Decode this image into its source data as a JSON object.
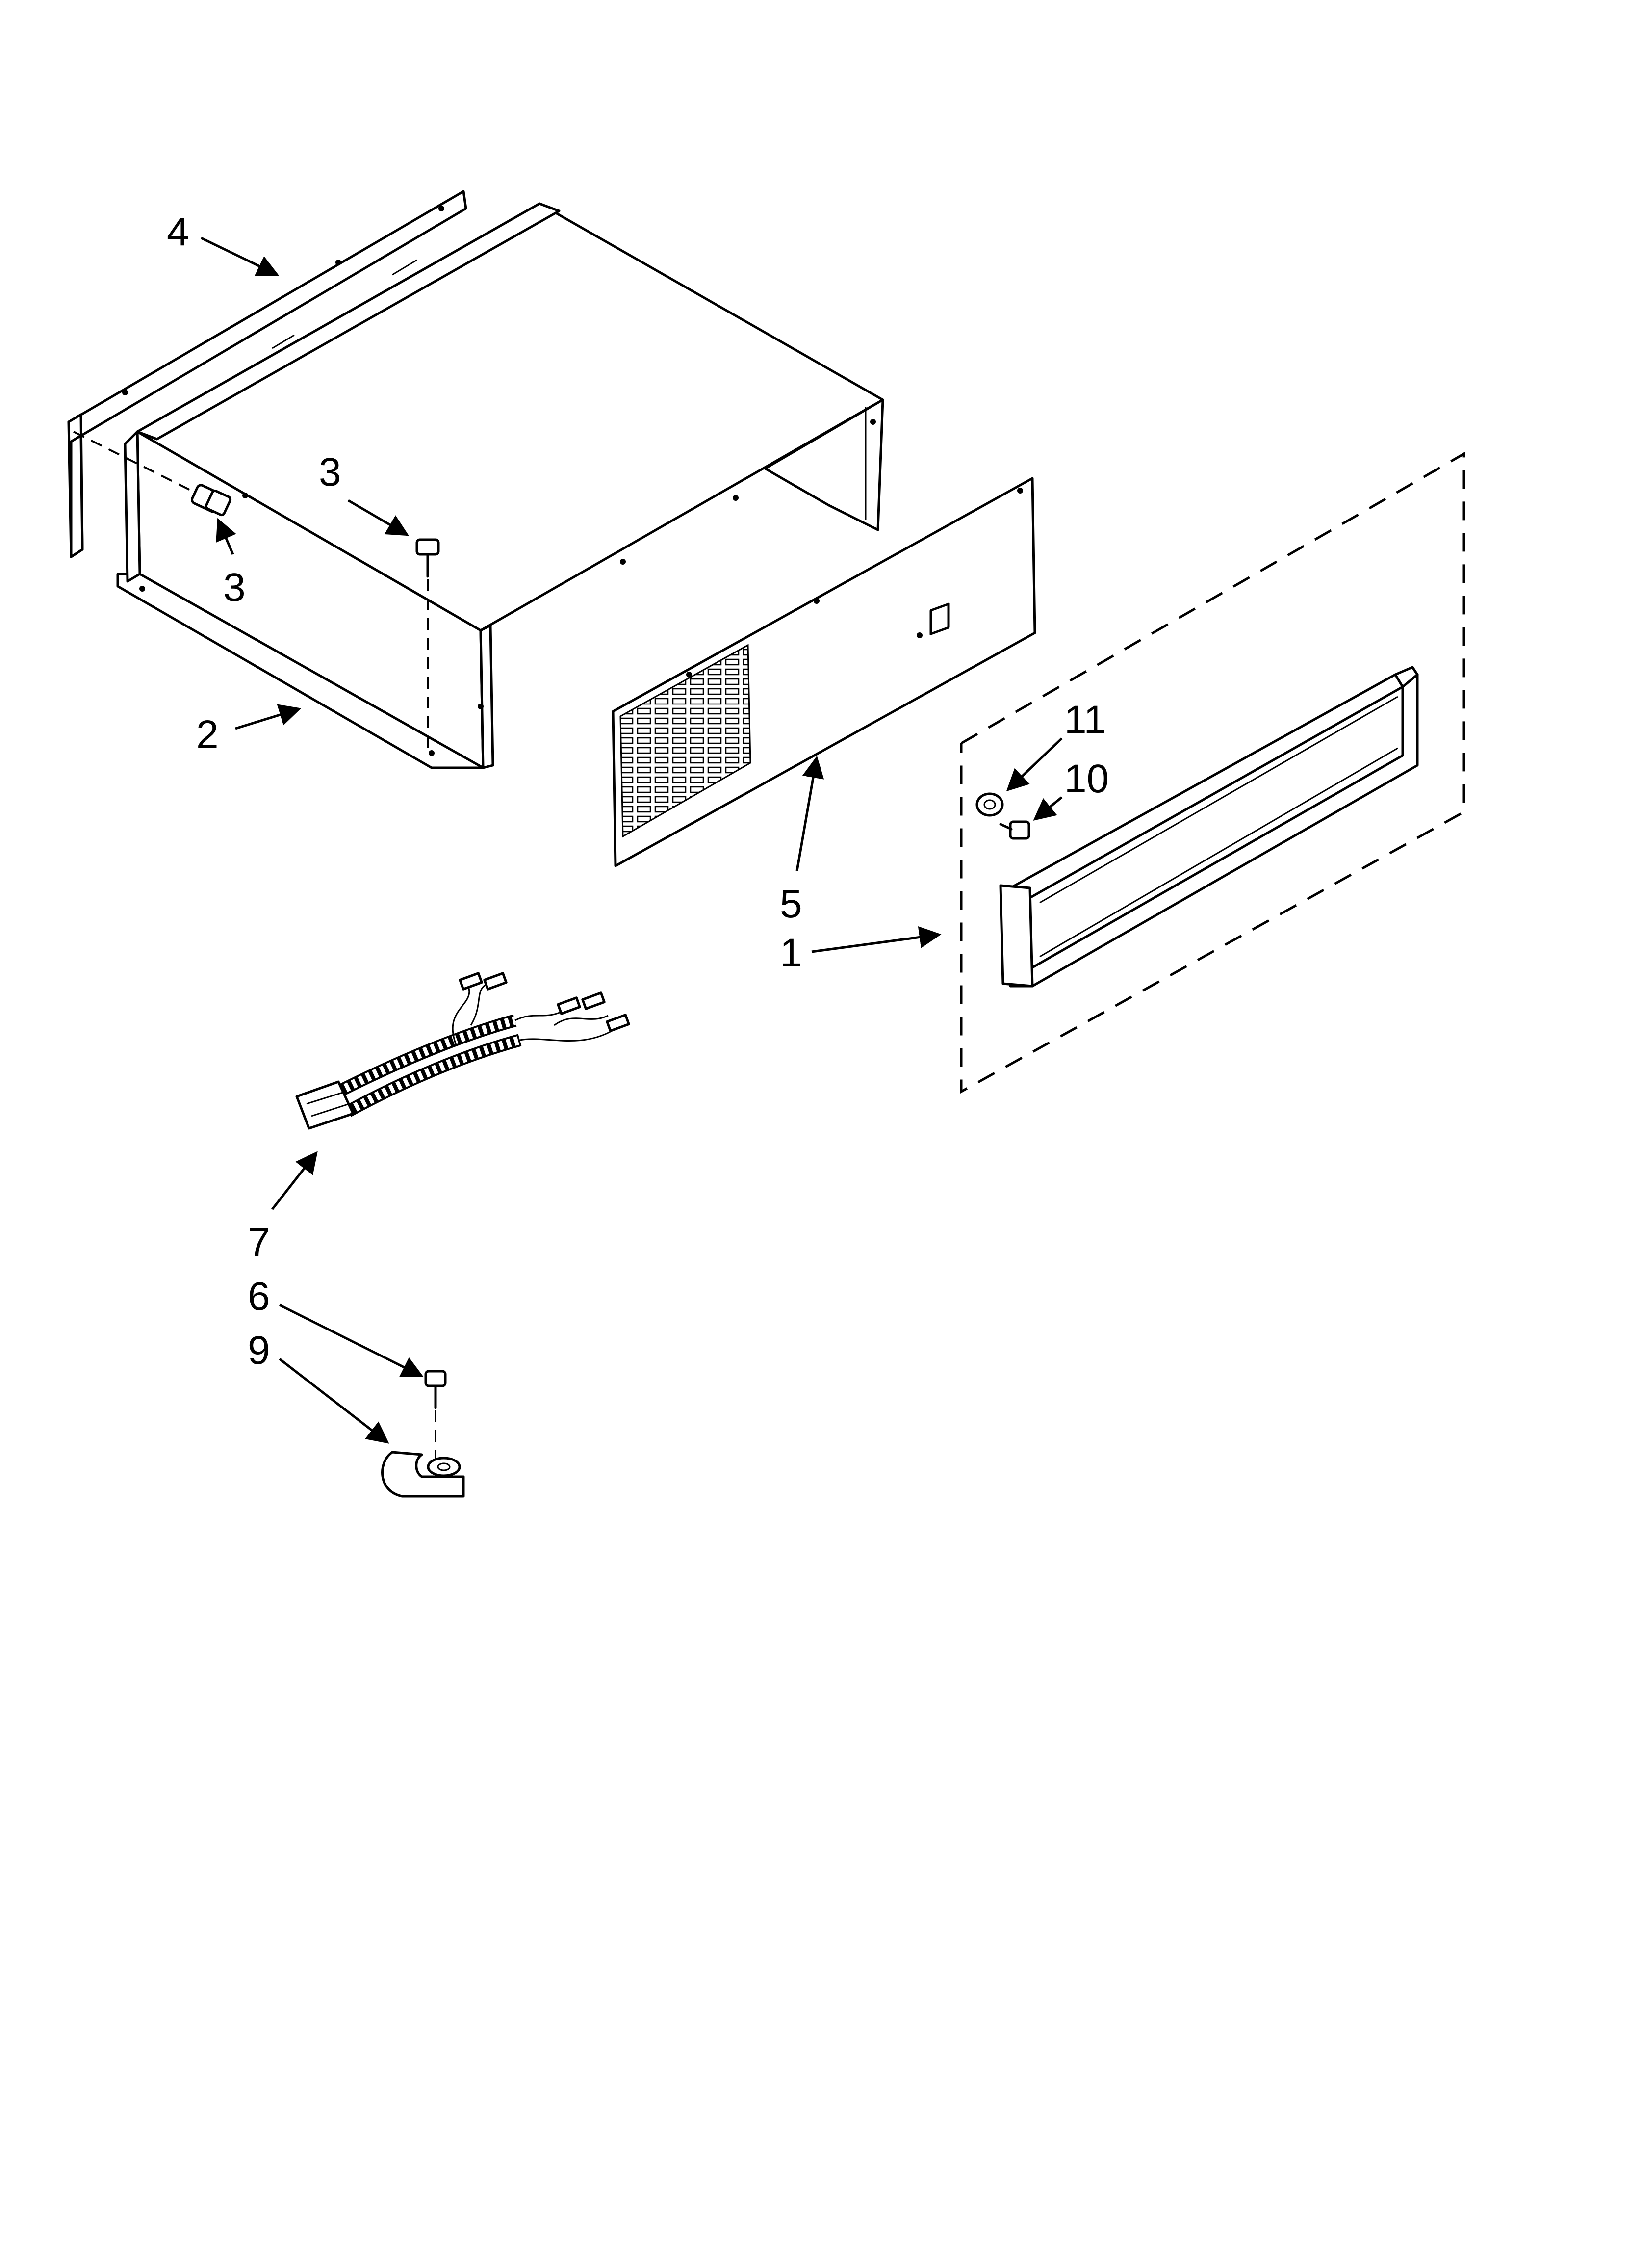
{
  "diagram": {
    "colors": {
      "line": "#000000",
      "background": "#ffffff"
    },
    "callouts": [
      {
        "id": "c4",
        "label": "4"
      },
      {
        "id": "c3a",
        "label": "3"
      },
      {
        "id": "c3b",
        "label": "3"
      },
      {
        "id": "c2",
        "label": "2"
      },
      {
        "id": "c5",
        "label": "5"
      },
      {
        "id": "c1",
        "label": "1"
      },
      {
        "id": "c11",
        "label": "11"
      },
      {
        "id": "c10",
        "label": "10"
      },
      {
        "id": "c7",
        "label": "7"
      },
      {
        "id": "c6",
        "label": "6"
      },
      {
        "id": "c9",
        "label": "9"
      }
    ]
  }
}
